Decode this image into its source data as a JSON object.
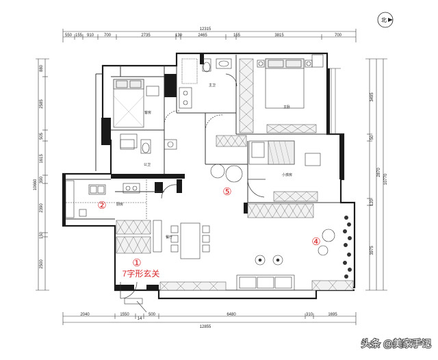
{
  "dimensions": {
    "top_total": "12315",
    "top_segments": [
      "550",
      "155",
      "910",
      "700",
      "2735",
      "130",
      "2465",
      "155",
      "3815",
      "700"
    ],
    "bottom_total": "12855",
    "bottom_segments": [
      "2040",
      "1550",
      "14",
      "500",
      "6480",
      "310",
      "1695"
    ],
    "left_total": "10660",
    "left_segments": [
      "880",
      "2585",
      "505",
      "1615",
      "390",
      "2390",
      "150",
      "2500"
    ],
    "right_total": "10770",
    "right_sub": "2870",
    "right_segments": [
      "3495",
      "50",
      "120",
      "3975"
    ]
  },
  "compass": {
    "label": "北"
  },
  "rooms": {
    "guest": "客房",
    "main_bath": "主卫",
    "master": "主卧",
    "public_bath": "公卫",
    "kid": "小孩房",
    "kitchen": "厨房",
    "dining": "餐厅"
  },
  "markers": [
    "①",
    "②",
    "④",
    "⑤"
  ],
  "zone_label": "7字形玄关",
  "watermark": "头条 @美家手记",
  "colors": {
    "wall": "#1a1a1a",
    "accent": "#d8262a",
    "line": "#333333"
  }
}
